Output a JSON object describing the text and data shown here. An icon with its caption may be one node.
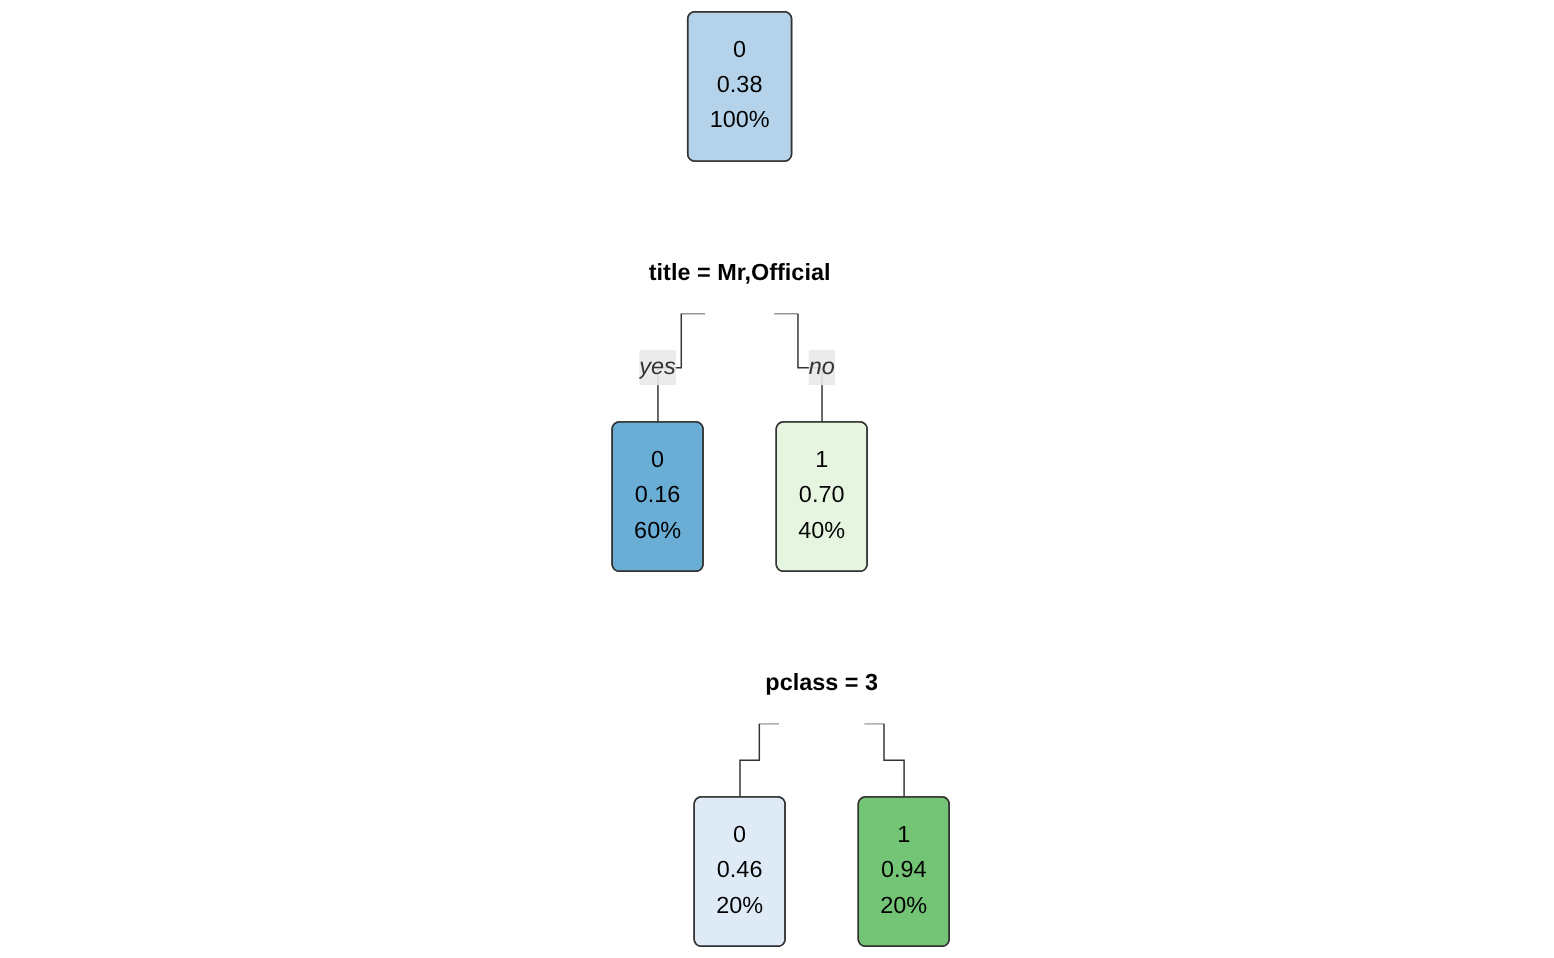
{
  "diagram": {
    "nodes": [
      {
        "text": [
          "0",
          "0.38",
          "100%"
        ]
      },
      {
        "text": [
          "title = Mr,Official"
        ]
      },
      {
        "text": [
          "0",
          "0.16",
          "60%"
        ]
      },
      {
        "text": [
          "1",
          "0.70",
          "40%"
        ]
      },
      {
        "text": [
          "pclass = 3"
        ]
      },
      {
        "text": [
          "0",
          "0.46",
          "20%"
        ]
      },
      {
        "text": [
          "1",
          "0.94",
          "20%"
        ]
      }
    ],
    "edges": [
      {
        "from": 1,
        "to": 2,
        "arrow": "none",
        "label": "yes"
      },
      {
        "from": 1,
        "to": 3,
        "arrow": "none",
        "label": "no"
      },
      {
        "from": 4,
        "to": 5,
        "arrow": "none"
      },
      {
        "from": 4,
        "to": 6,
        "arrow": "none"
      }
    ]
  }
}
